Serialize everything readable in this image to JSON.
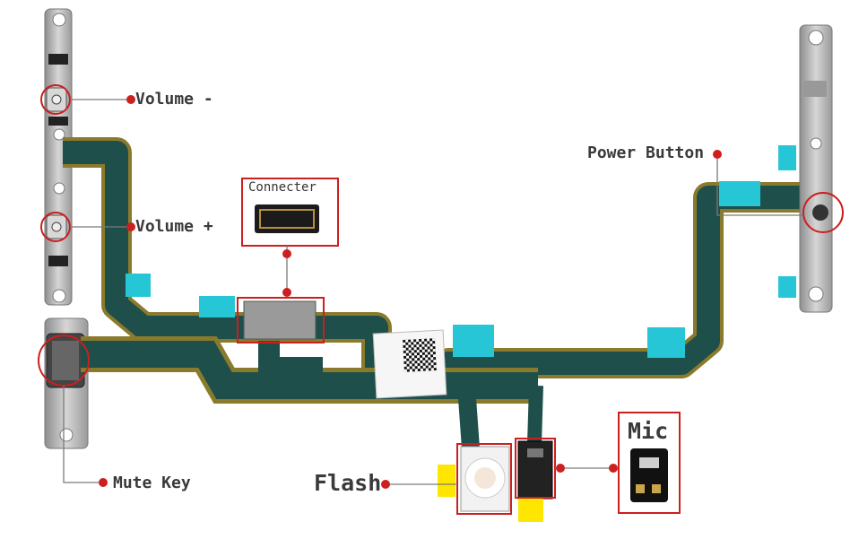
{
  "labels": {
    "volume_minus": "Volume -",
    "volume_plus": "Volume +",
    "connecter": "Connecter",
    "power_button": "Power Button",
    "mute_key": "Mute Key",
    "flash": "Flash",
    "mic": "Mic"
  },
  "colors": {
    "callout": "#cc1f1f",
    "flex_cable": "#1f4f4a",
    "flex_edge": "#8a7a2c",
    "adhesive": "#27c6d6",
    "yellow_tape": "#ffe600",
    "metal": "#b9b9b9"
  }
}
